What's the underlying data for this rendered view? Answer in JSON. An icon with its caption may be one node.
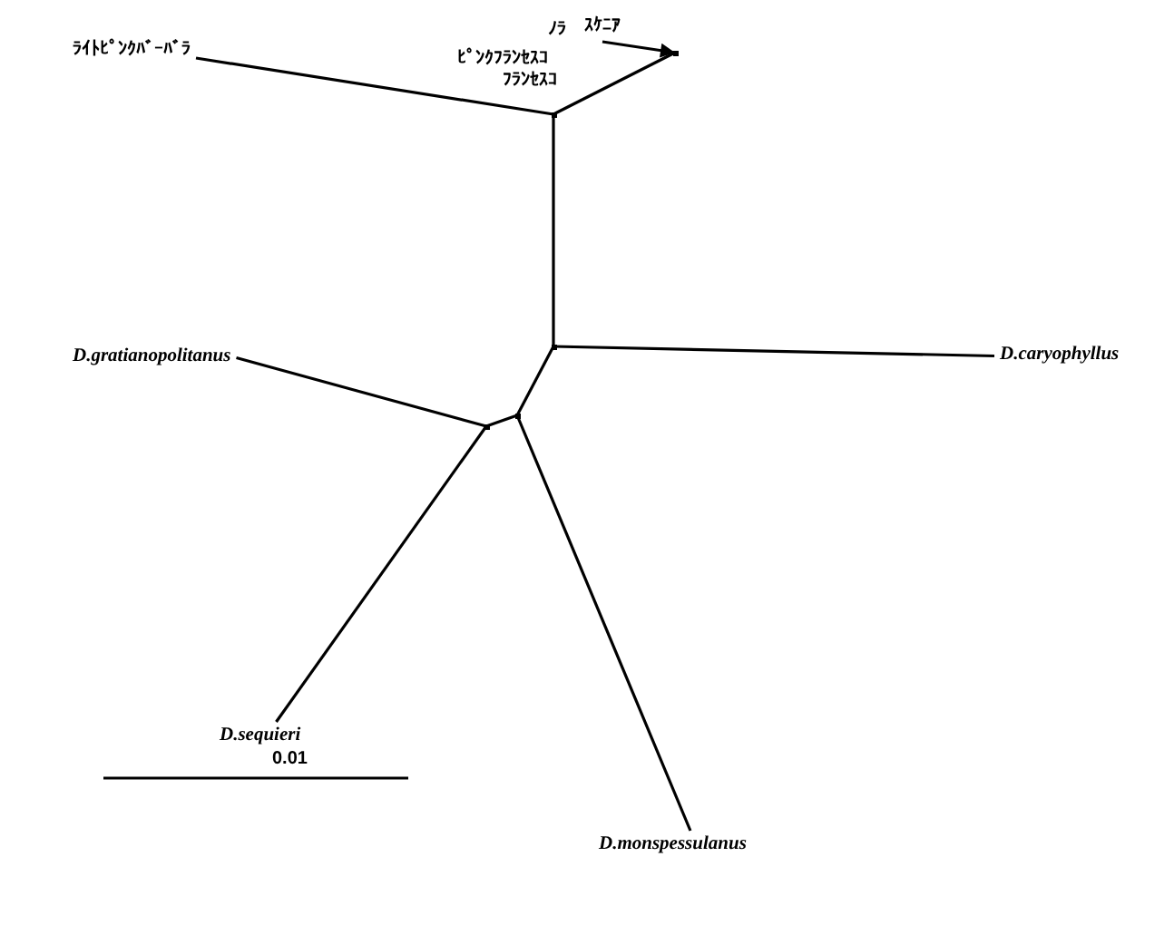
{
  "diagram": {
    "nodes": [
      {
        "text": [
          "ﾉﾗ"
        ]
      },
      {
        "text": [
          "ｽｹﾆｱ"
        ]
      },
      {
        "text": [
          "ﾋﾟﾝｸﾌﾗﾝｾｽｺ"
        ]
      },
      {
        "text": [
          "ﾗｲﾄﾋﾟﾝｸﾊﾞｰﾊﾞﾗ"
        ]
      },
      {
        "text": [
          "ﾌﾗﾝｾｽｺ"
        ]
      },
      {
        "text": [],
        "shape": "point"
      },
      {
        "text": [],
        "shape": "point"
      },
      {
        "text": [],
        "shape": "point"
      },
      {
        "text": [
          "D.gratianopolitanus"
        ]
      },
      {
        "text": [
          "D.caryophyllus"
        ]
      },
      {
        "text": [],
        "shape": "point"
      },
      {
        "text": [],
        "shape": "point"
      },
      {
        "text": [
          "D.sequieri"
        ]
      },
      {
        "text": [
          "D.monspessulanus"
        ]
      }
    ],
    "edges": [
      {
        "from": 1,
        "to": 5,
        "arrow": "to"
      },
      {
        "from": 6,
        "to": 3,
        "arrow": "none"
      },
      {
        "from": 6,
        "to": 5,
        "arrow": "none"
      },
      {
        "from": 6,
        "to": 7,
        "arrow": "none"
      },
      {
        "from": 7,
        "to": 9,
        "arrow": "none"
      },
      {
        "from": 7,
        "to": 10,
        "arrow": "none"
      },
      {
        "from": 10,
        "to": 11,
        "arrow": "none"
      },
      {
        "from": 11,
        "to": 8,
        "arrow": "none"
      },
      {
        "from": 11,
        "to": 12,
        "arrow": "none"
      },
      {
        "from": 10,
        "to": 13,
        "arrow": "none"
      }
    ],
    "labels": [
      "0.01"
    ]
  }
}
